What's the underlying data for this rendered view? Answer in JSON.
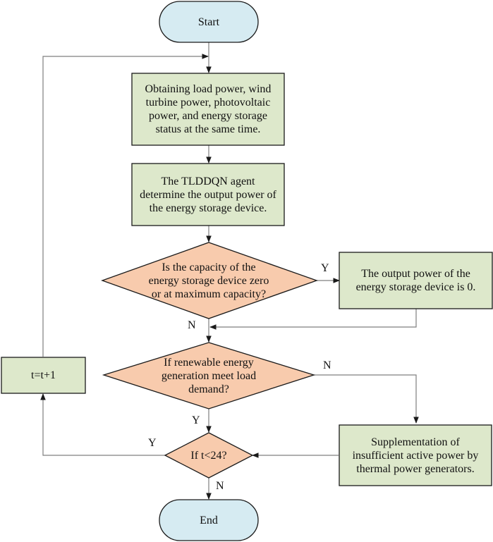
{
  "colors": {
    "terminal_fill": "#d6ebf2",
    "process_fill": "#dde8cb",
    "decision_fill": "#f8cbad",
    "stroke": "#1a1a1a",
    "connector": "#7f7f7f"
  },
  "nodes": {
    "start": "Start",
    "obtain": "Obtaining load power, wind\nturbine power, photovoltaic\npower, and energy storage\nstatus at the same time.",
    "agent": "The TLDDQN agent\ndetermine the output power of\nthe energy storage device.",
    "capacity_check": "Is the capacity of the\nenergy storage device zero\nor at maximum capacity?",
    "output_zero": "The output power of the\nenergy storage device is 0.",
    "renewable_check": "If renewable energy\ngeneration meet load\ndemand?",
    "supplement": "Supplementation of\ninsufficient active power by\nthermal power generators.",
    "time_check": "If t<24?",
    "increment": "t=t+1",
    "end": "End"
  },
  "edge_labels": {
    "capacity_yes": "Y",
    "capacity_no": "N",
    "renewable_no": "N",
    "renewable_yes": "Y",
    "time_yes": "Y",
    "time_no": "N"
  }
}
